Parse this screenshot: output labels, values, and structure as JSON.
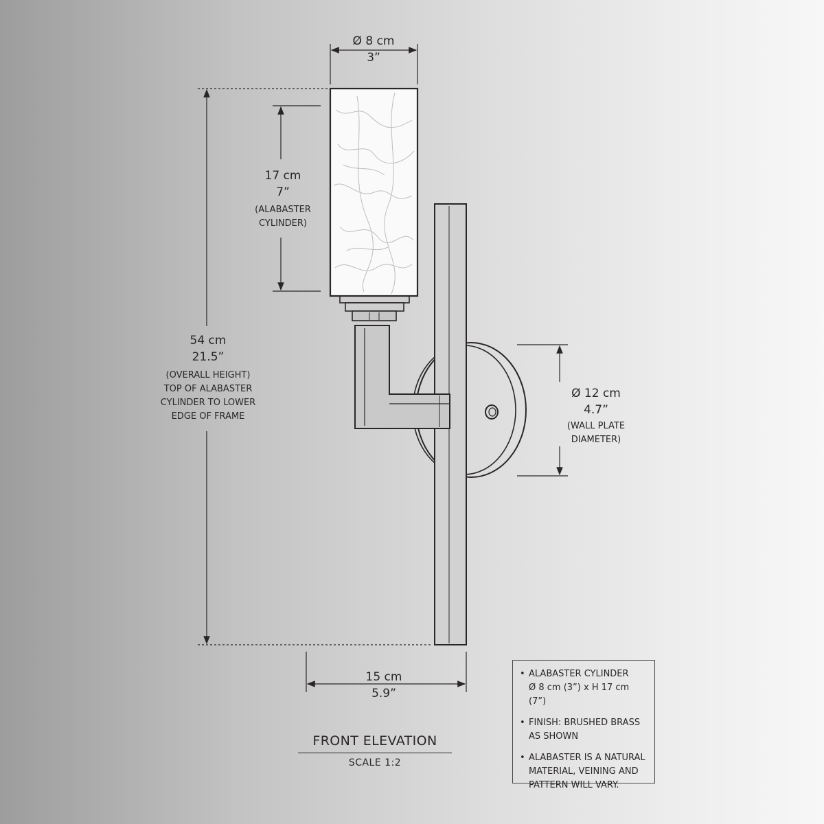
{
  "dimensions": {
    "shade_diameter": {
      "metric": "Ø 8 cm",
      "imperial": "3”"
    },
    "cylinder_height": {
      "metric": "17 cm",
      "imperial": "7”",
      "note_line1": "(ALABASTER",
      "note_line2": "CYLINDER)"
    },
    "overall_height": {
      "metric": "54 cm",
      "imperial": "21.5”",
      "note_line1": "(OVERALL HEIGHT)",
      "note_line2": "TOP OF ALABASTER",
      "note_line3": "CYLINDER TO LOWER",
      "note_line4": "EDGE OF FRAME"
    },
    "wall_plate": {
      "metric": "Ø 12 cm",
      "imperial": "4.7”",
      "note_line1": "(WALL PLATE",
      "note_line2": "DIAMETER)"
    },
    "width": {
      "metric": "15 cm",
      "imperial": "5.9”"
    }
  },
  "notes": [
    "ALABASTER CYLINDER\nØ 8 cm (3”) x H 17 cm (7”)",
    "FINISH: BRUSHED BRASS\nAS SHOWN",
    "ALABASTER IS A NATURAL\nMATERIAL, VEINING AND\nPATTERN WILL VARY."
  ],
  "title": "FRONT ELEVATION",
  "scale": "SCALE  1:2",
  "colors": {
    "line": "#2a2626",
    "alabaster": "#ffffff",
    "vein": "#bdbdbd"
  }
}
